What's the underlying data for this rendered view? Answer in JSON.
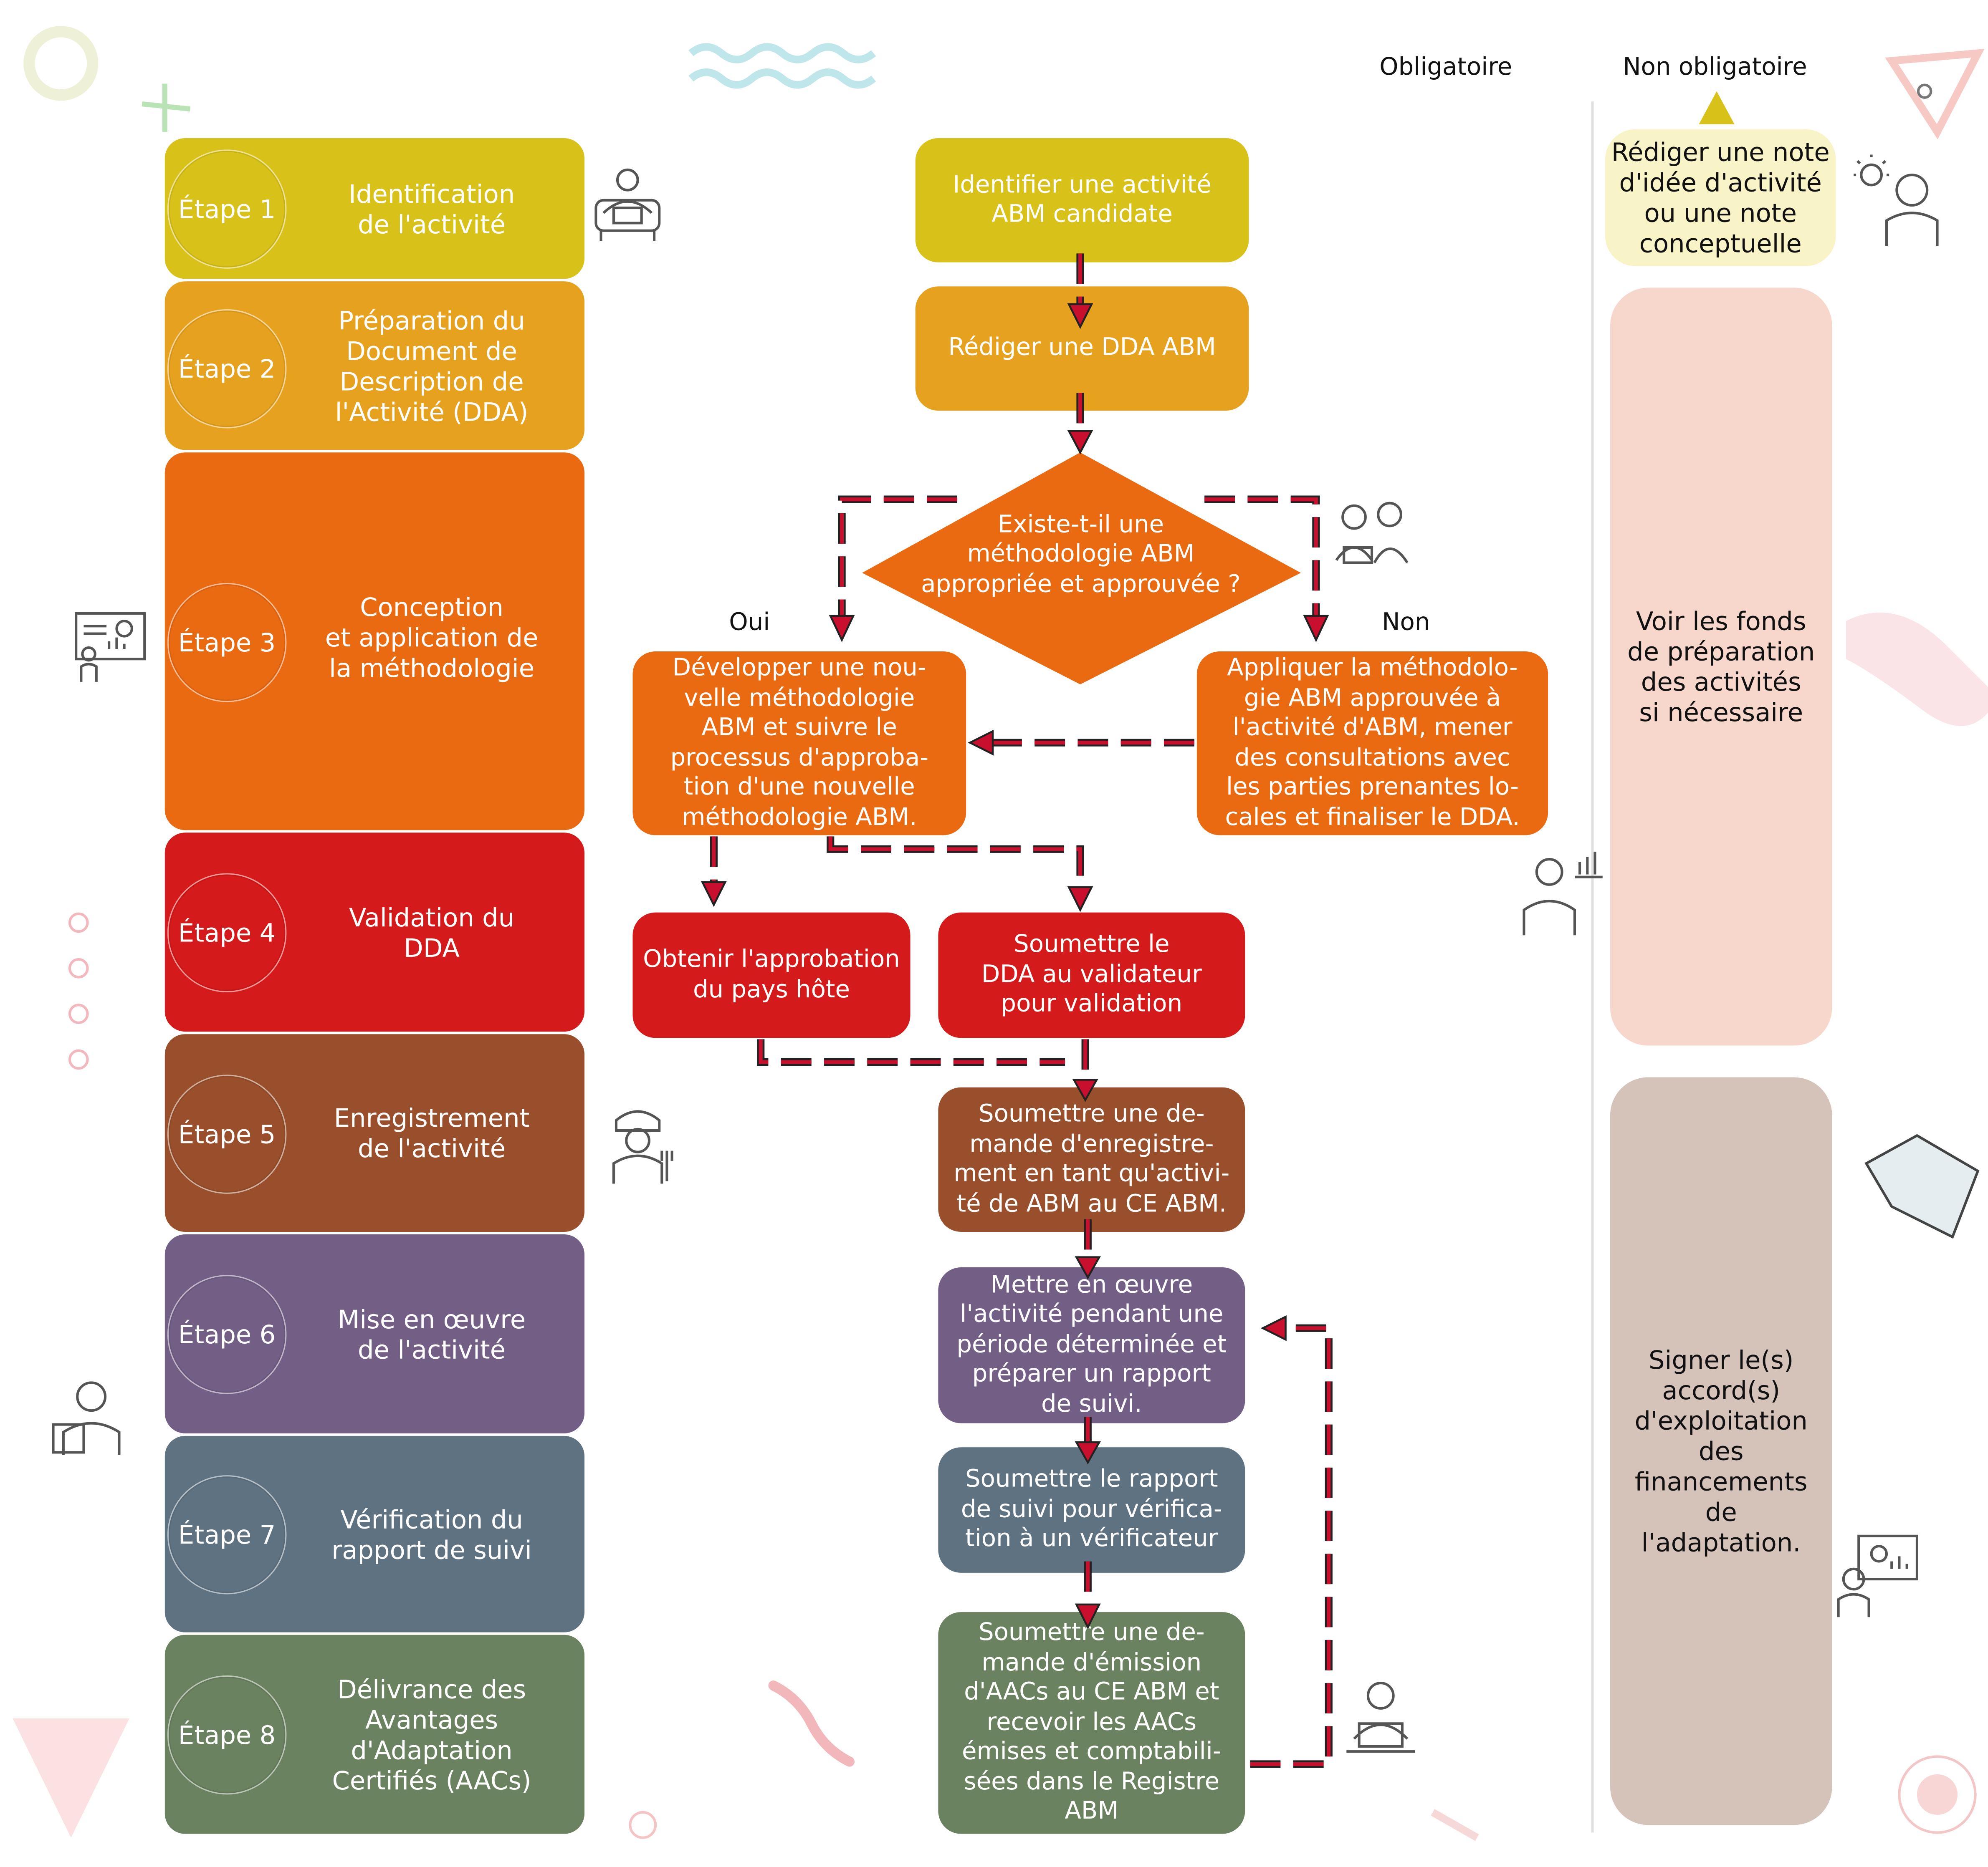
{
  "legend": {
    "mandatory": "Obligatoire",
    "optional": "Non obligatoire"
  },
  "stages": [
    {
      "step": "Étape 1",
      "title": "Identification\nde l'activité",
      "color": "#D8C21A"
    },
    {
      "step": "Étape 2",
      "title": "Préparation du\nDocument de\nDescription de\nl'Activité (DDA)",
      "color": "#E6A21F"
    },
    {
      "step": "Étape 3",
      "title": "Conception\net application de\nla méthodologie",
      "color": "#EA6A12"
    },
    {
      "step": "Étape 4",
      "title": "Validation du\nDDA",
      "color": "#D41A1A"
    },
    {
      "step": "Étape 5",
      "title": "Enregistrement\nde l'activité",
      "color": "#9A4F2C"
    },
    {
      "step": "Étape 6",
      "title": "Mise en œuvre\nde l'activité",
      "color": "#735E86"
    },
    {
      "step": "Étape 7",
      "title": "Vérification du\nrapport de suivi",
      "color": "#5F7282"
    },
    {
      "step": "Étape 8",
      "title": "Délivrance des\nAvantages\nd'Adaptation\nCertifiés (AACs)",
      "color": "#6A8260"
    }
  ],
  "flow": {
    "identify": "Identifier une activité\nABM candidate",
    "draft": "Rédiger une DDA ABM",
    "decision": "Existe-t-il une\nméthodologie ABM\nappropriée et approuvée ?",
    "yes_label": "Oui",
    "no_label": "Non",
    "develop": "Développer une nou-\nvelle méthodologie\nABM et suivre le\nprocessus d'approba-\ntion d'une nouvelle\nméthodologie ABM.",
    "apply": "Appliquer la méthodolo-\ngie ABM approuvée à\nl'activité d'ABM, mener\ndes consultations avec\nles parties prenantes lo-\ncales et finaliser le DDA.",
    "host": "Obtenir l'approbation\ndu pays hôte",
    "submit_validator": "Soumettre le\nDDA au validateur\npour validation",
    "register": "Soumettre une de-\nmande d'enregistre-\nment en tant qu'activi-\nté de ABM au CE ABM.",
    "implement": "Mettre en œuvre\nl'activité pendant une\npériode déterminée et\npréparer un rapport\nde suivi.",
    "verify": "Soumettre le rapport\nde suivi pour vérifica-\ntion à un vérificateur",
    "issue": "Soumettre une de-\nmande d'émission\nd'AACs au CE ABM et\nrecevoir les AACs\némises et comptabili-\nsées dans le Registre\nABM"
  },
  "optional": {
    "note": "Rédiger une note\nd'idée d'activité\nou une note\nconceptuelle",
    "funds": "Voir les fonds\nde préparation\ndes activités\nsi nécessaire",
    "agreement": "Signer le(s)\naccord(s)\nd'exploitation des\nfinancements de\nl'adaptation."
  },
  "colors": {
    "arrow": "#C8102E",
    "dash_outline": "#222222",
    "note_fill": "#F8F4C8",
    "funds_fill": "#F7D7CB",
    "agreement_fill": "#D5C3BA",
    "accent_yellow": "#D8C21A"
  },
  "icons": [
    "desk-worker-icon",
    "meeting-people-icon",
    "presentation-board-icon",
    "analyst-chart-icon",
    "chef-icon",
    "doctor-clipboard-icon",
    "laptop-person-icon",
    "idea-person-icon",
    "teacher-screen-icon"
  ]
}
